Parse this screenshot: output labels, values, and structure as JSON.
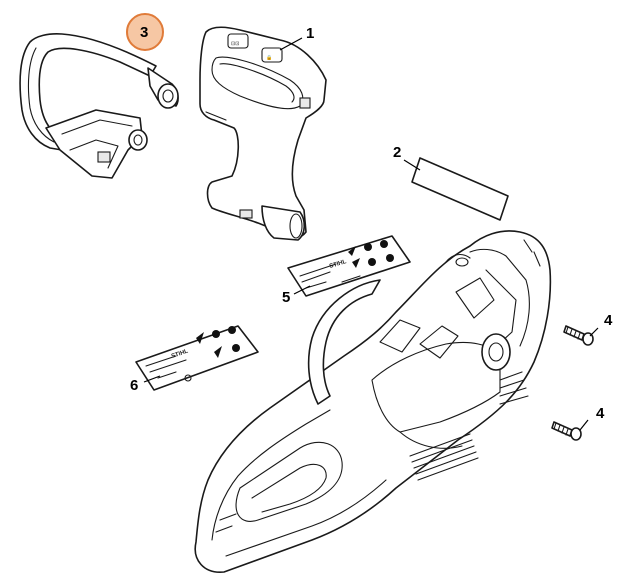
{
  "callouts": [
    {
      "id": "1",
      "label": "1"
    },
    {
      "id": "2",
      "label": "2"
    },
    {
      "id": "3",
      "label": "3"
    },
    {
      "id": "4a",
      "label": "4"
    },
    {
      "id": "4b",
      "label": "4"
    },
    {
      "id": "5",
      "label": "5"
    },
    {
      "id": "6",
      "label": "6"
    }
  ],
  "decal_brand": "STIHL",
  "colors": {
    "highlight_fill": "#f6c7a4",
    "highlight_stroke": "#e07b39",
    "line": "#1a1a1a"
  }
}
